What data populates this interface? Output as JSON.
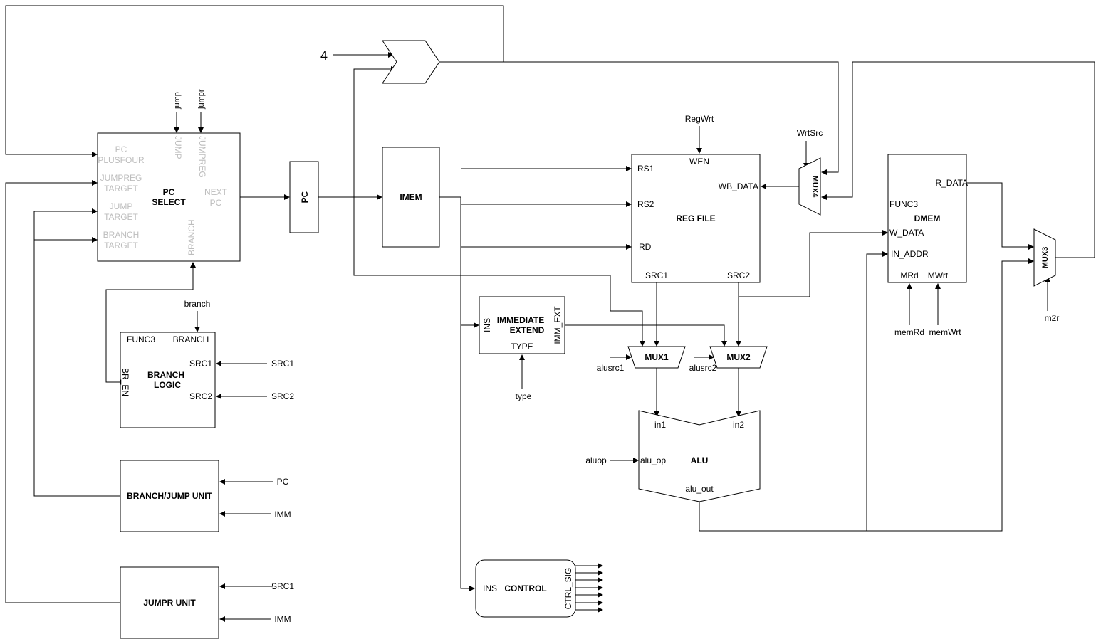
{
  "const_four": "4",
  "adder_label": "",
  "blocks": {
    "pc_select": {
      "title1": "PC",
      "title2": "SELECT",
      "plusfour1": "PC",
      "plusfour2": "PLUSFOUR",
      "jumpreg_target1": "JUMPREG",
      "jumpreg_target2": "TARGET",
      "jump_target1": "JUMP",
      "jump_target2": "TARGET",
      "branch_target1": "BRANCH",
      "branch_target2": "TARGET",
      "next_pc1": "NEXT",
      "next_pc2": "PC",
      "jump_port": "JUMP",
      "jumpreg_port": "JUMPREG",
      "branch_port": "BRANCH"
    },
    "pc": {
      "label": "PC"
    },
    "imem": {
      "label": "IMEM"
    },
    "reg_file": {
      "label": "REG FILE",
      "wen": "WEN",
      "rs1": "RS1",
      "rs2": "RS2",
      "rd": "RD",
      "wb_data": "WB_DATA",
      "src1": "SRC1",
      "src2": "SRC2"
    },
    "imm_extend": {
      "label1": "IMMEDIATE",
      "label2": "EXTEND",
      "ins": "INS",
      "imm_ext": "IMM_EXT",
      "type": "TYPE"
    },
    "mux1": {
      "label": "MUX1"
    },
    "mux2": {
      "label": "MUX2"
    },
    "mux3": {
      "label": "MUX3"
    },
    "mux4": {
      "label": "MUX4"
    },
    "alu": {
      "label": "ALU",
      "in1": "in1",
      "in2": "in2",
      "alu_op": "alu_op",
      "alu_out": "alu_out"
    },
    "dmem": {
      "label": "DMEM",
      "func3": "FUNC3",
      "r_data": "R_DATA",
      "w_data": "W_DATA",
      "in_addr": "IN_ADDR",
      "mrd": "MRd",
      "mwrt": "MWrt"
    },
    "branch_logic": {
      "label1": "BRANCH",
      "label2": "LOGIC",
      "func3": "FUNC3",
      "branch": "BRANCH",
      "src1": "SRC1",
      "src2": "SRC2",
      "br_en": "BR_EN"
    },
    "branch_jump_unit": {
      "label": "BRANCH/JUMP UNIT"
    },
    "jumpr_unit": {
      "label": "JUMPR UNIT"
    },
    "control": {
      "ins": "INS",
      "label": "CONTROL",
      "ctrl_sig": "CTRL_SIG"
    }
  },
  "signals": {
    "jump": "jump",
    "jumpr": "jumpr",
    "branch": "branch",
    "src1_in": "SRC1",
    "src2_in": "SRC2",
    "pc_in": "PC",
    "imm_in1": "IMM",
    "src1_in2": "SRC1",
    "imm_in2": "IMM",
    "regwrt": "RegWrt",
    "wrtsrc": "WrtSrc",
    "type": "type",
    "alusrc1": "alusrc1",
    "alusrc2": "alusrc2",
    "aluop": "aluop",
    "memrd": "memRd",
    "memwrt": "memWrt",
    "m2r": "m2r"
  }
}
